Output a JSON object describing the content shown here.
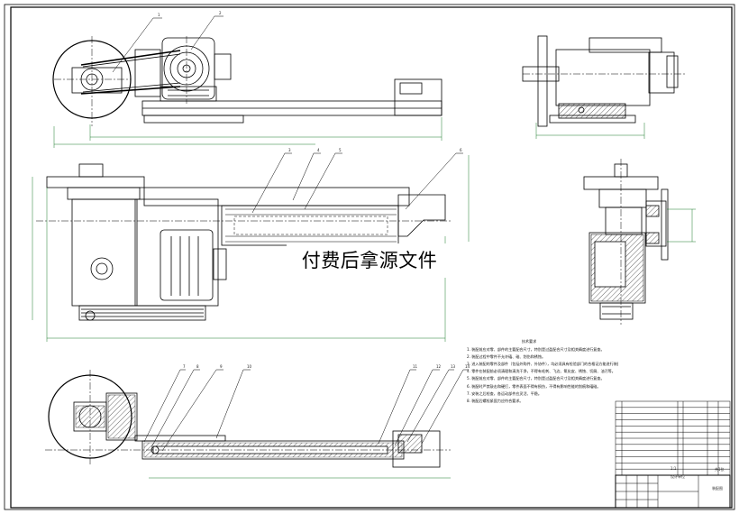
{
  "watermark_text": "付费后拿源文件",
  "technical_requirements": {
    "title": "技术要求",
    "items": [
      "1. 装配前应对零、部件的主要配合尺寸，特别是过盈配合尺寸及相关精度进行复查。",
      "2. 装配过程中零件不允许磕、碰、划伤和锈蚀。",
      "3. 进入装配的零件及部件（包括外购件、外协件），均必须具有检验部门的合格证方能进行装配。",
      "4. 零件在装配前必须清理和清洗干净，不得有毛刺、飞边、氧化皮、锈蚀、切屑、油污等。",
      "5. 装配前应对零、部件的主要配合尺寸，特别是过盈配合尺寸及相关精度进行复查。",
      "6. 装配时严禁敲击和硬打，零件表面不得有损伤，不得有影响性能的划痕和磕碰。",
      "7. 安装之后检查，各运动部件应灵活、平稳。",
      "8. 装配后螺栓紧固力应符合要求。"
    ]
  },
  "part_callouts": [
    "1",
    "2",
    "3",
    "4",
    "5",
    "6",
    "7",
    "8",
    "9",
    "10",
    "11",
    "12",
    "13",
    "14"
  ],
  "title_block": {
    "company": "设计单位",
    "title": "装配图",
    "scale": "1:1",
    "sheet": "共1张"
  },
  "colors": {
    "line": "#000000",
    "dim_line": "#1a7a2a",
    "watermark_bg": "#ffffff"
  }
}
